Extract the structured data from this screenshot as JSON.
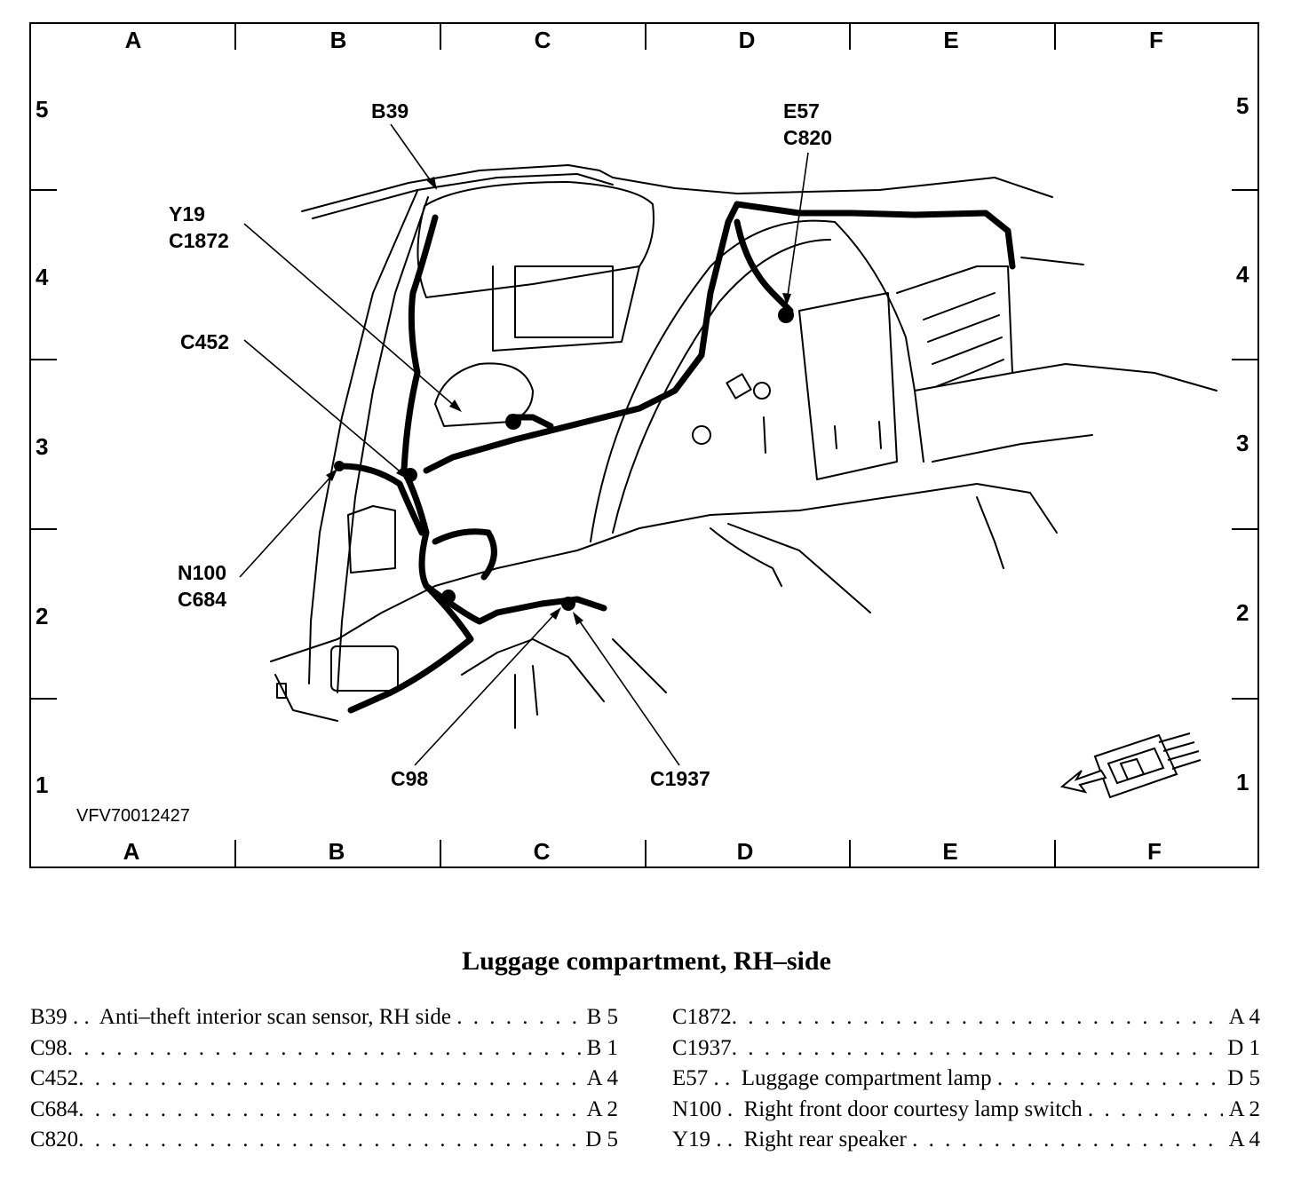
{
  "grid": {
    "columns": [
      "A",
      "B",
      "C",
      "D",
      "E",
      "F"
    ],
    "rows": [
      "5",
      "4",
      "3",
      "2",
      "1"
    ]
  },
  "figure_id": "VFV70012427",
  "callouts": {
    "b39": "B39",
    "e57_c820": "E57\nC820",
    "y19_c1872": "Y19\nC1872",
    "c452": "C452",
    "n100_c684": "N100\nC684",
    "c98": "C98",
    "c1937": "C1937"
  },
  "caption": "Luggage compartment, RH–side",
  "index_left": [
    {
      "code": "B39",
      "desc": " . .  Anti–theft interior scan sensor, RH side ",
      "loc": "B 5"
    },
    {
      "code": "C98",
      "desc": "",
      "loc": "B 1"
    },
    {
      "code": "C452",
      "desc": "",
      "loc": "A 4"
    },
    {
      "code": "C684",
      "desc": "",
      "loc": "A 2"
    },
    {
      "code": "C820",
      "desc": "",
      "loc": "D 5"
    }
  ],
  "index_right": [
    {
      "code": "C1872",
      "desc": "",
      "loc": "A 4"
    },
    {
      "code": "C1937",
      "desc": "",
      "loc": "D 1"
    },
    {
      "code": "E57",
      "desc": " . .  Luggage compartment lamp ",
      "loc": "D 5"
    },
    {
      "code": "N100",
      "desc": " .  Right front door courtesy lamp switch ",
      "loc": "A 2"
    },
    {
      "code": "Y19",
      "desc": " . .  Right rear speaker ",
      "loc": "A 4"
    }
  ]
}
